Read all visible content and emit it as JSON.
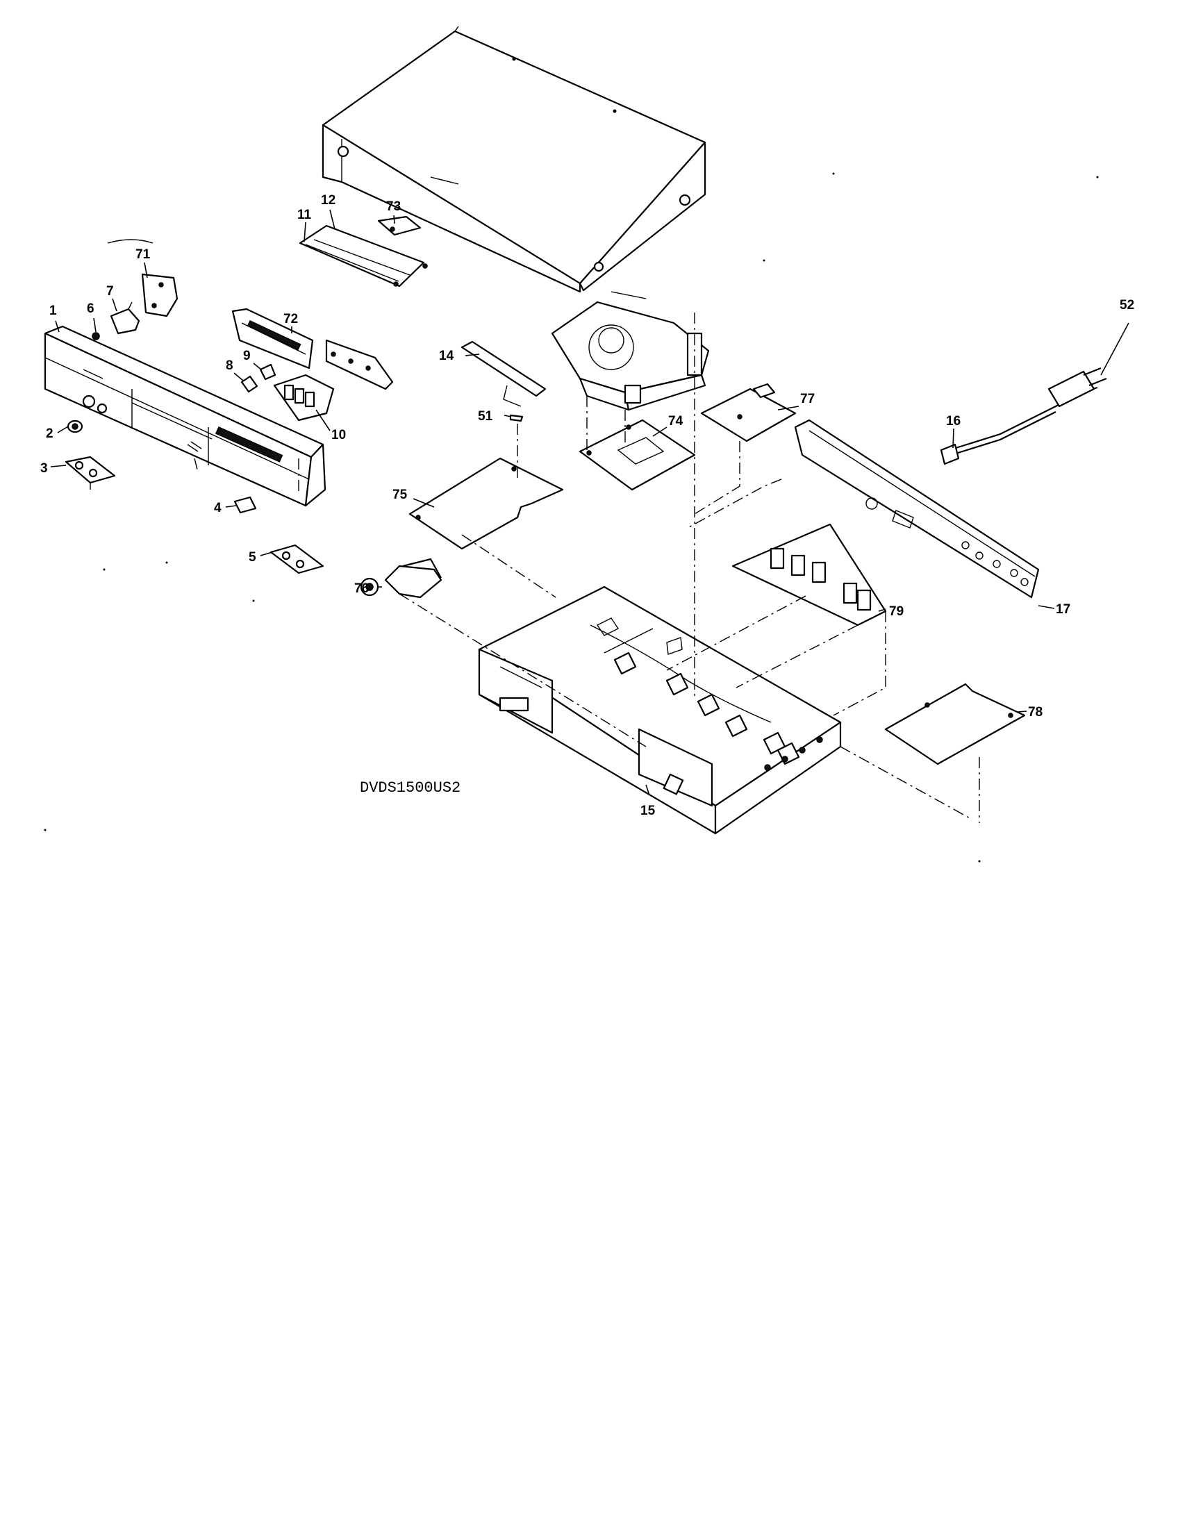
{
  "diagram": {
    "model_code": "DVDS1500US2",
    "callouts": [
      {
        "id": "1",
        "text": "1"
      },
      {
        "id": "2",
        "text": "2"
      },
      {
        "id": "3",
        "text": "3"
      },
      {
        "id": "4",
        "text": "4"
      },
      {
        "id": "5",
        "text": "5"
      },
      {
        "id": "6",
        "text": "6"
      },
      {
        "id": "7",
        "text": "7"
      },
      {
        "id": "8",
        "text": "8"
      },
      {
        "id": "9",
        "text": "9"
      },
      {
        "id": "10",
        "text": "10"
      },
      {
        "id": "11",
        "text": "11"
      },
      {
        "id": "12",
        "text": "12"
      },
      {
        "id": "14",
        "text": "14"
      },
      {
        "id": "15",
        "text": "15"
      },
      {
        "id": "16",
        "text": "16"
      },
      {
        "id": "17",
        "text": "17"
      },
      {
        "id": "51",
        "text": "51"
      },
      {
        "id": "52",
        "text": "52"
      },
      {
        "id": "71",
        "text": "71"
      },
      {
        "id": "72",
        "text": "72"
      },
      {
        "id": "73",
        "text": "73"
      },
      {
        "id": "74",
        "text": "74"
      },
      {
        "id": "75",
        "text": "75"
      },
      {
        "id": "76",
        "text": "76"
      },
      {
        "id": "77",
        "text": "77"
      },
      {
        "id": "78",
        "text": "78"
      },
      {
        "id": "79",
        "text": "79"
      }
    ]
  }
}
